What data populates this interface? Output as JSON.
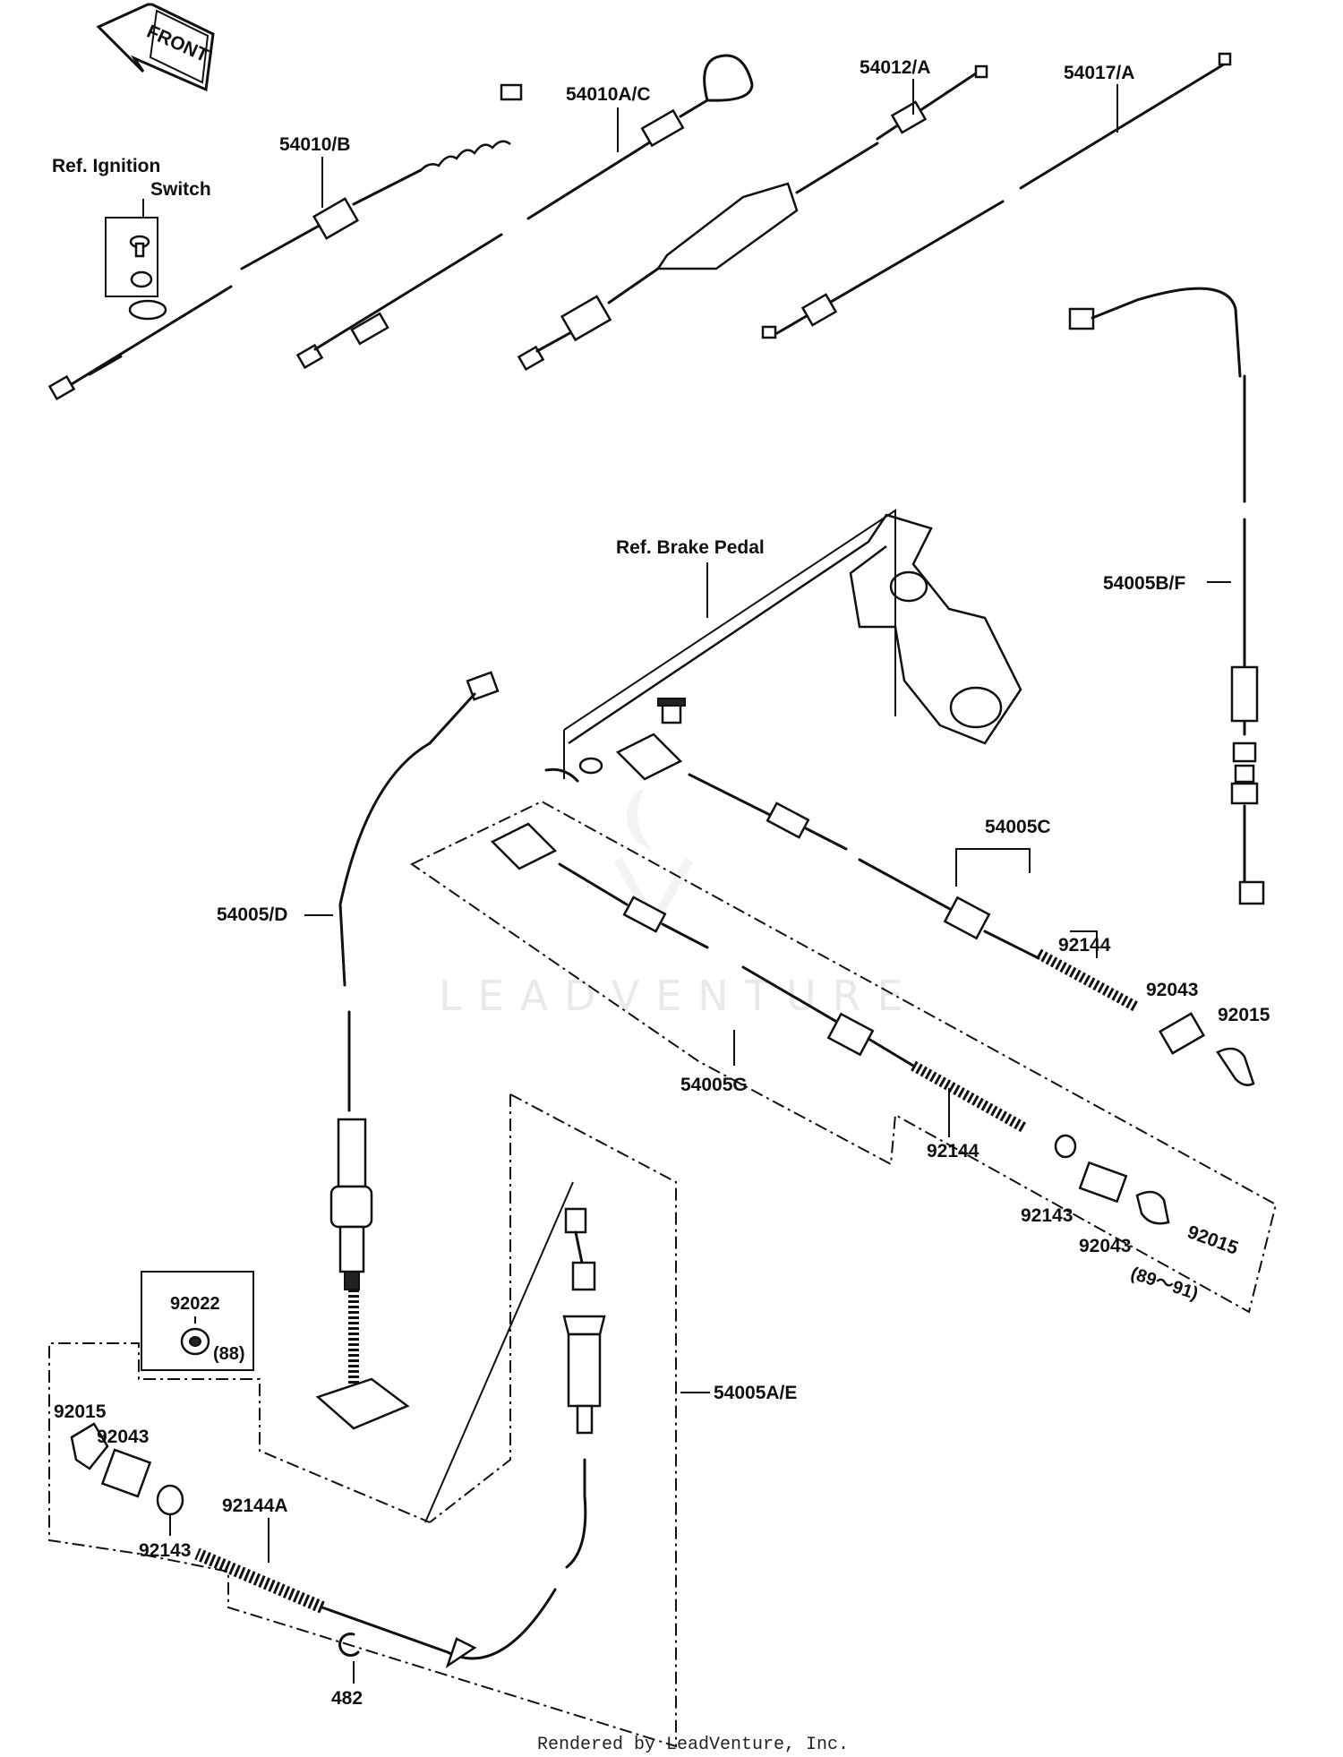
{
  "front_label": "FRONT",
  "ref_labels": {
    "ignition": "Ref. Ignition",
    "ignition_line2": "Switch",
    "brake_pedal": "Ref. Brake Pedal"
  },
  "parts": {
    "p54010B": "54010/B",
    "p54010AC": "54010A/C",
    "p54012A": "54012/A",
    "p54017A": "54017/A",
    "p54005BF": "54005B/F",
    "p54005C": "54005C",
    "p54005D": "54005/D",
    "p54005G": "54005G",
    "p54005AE": "54005A/E",
    "p92144_c": "92144",
    "p92043_c": "92043",
    "p92015_c": "92015",
    "p92144_g": "92144",
    "p92143_g": "92143",
    "p92043_g": "92043",
    "p92015_g": "92015",
    "years_g": "(89～91)",
    "p92022": "92022",
    "years_92022": "(88)",
    "p92015_a": "92015",
    "p92043_a": "92043",
    "p92144A": "92144A",
    "p92143_a": "92143",
    "p482": "482"
  },
  "watermark": "LEADVENTURE",
  "footer": "Rendered by LeadVenture, Inc.",
  "colors": {
    "ink": "#111111",
    "background": "#ffffff",
    "watermark": "#e9e9e9"
  }
}
